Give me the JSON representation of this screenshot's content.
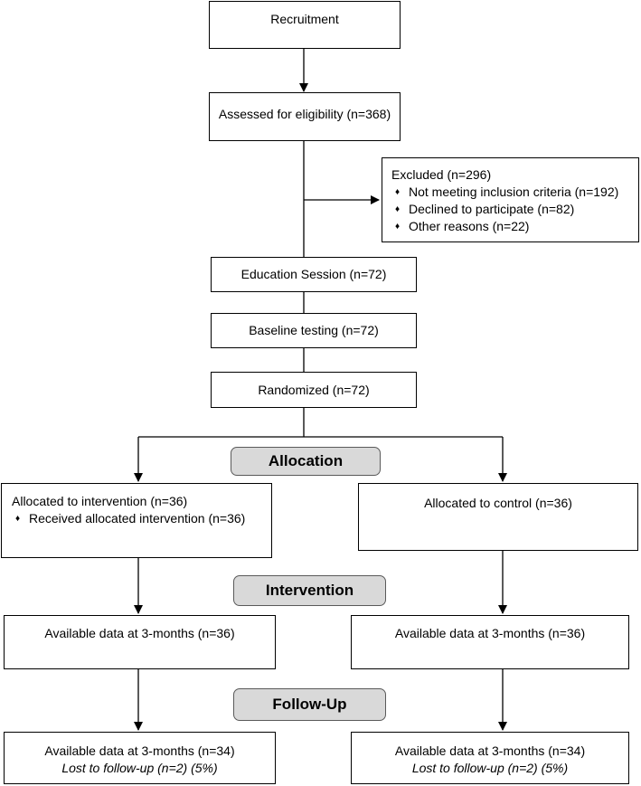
{
  "boxes": {
    "recruitment": "Recruitment",
    "eligibility": "Assessed for eligibility (n=368)",
    "excluded": {
      "title": "Excluded (n=296)",
      "items": [
        "Not meeting inclusion criteria (n=192)",
        "Declined to participate (n=82)",
        "Other reasons (n=22)"
      ]
    },
    "education": "Education Session (n=72)",
    "baseline": "Baseline testing (n=72)",
    "randomized": "Randomized (n=72)",
    "intervention_group": {
      "title": "Allocated to intervention (n=36)",
      "items": [
        "Received allocated intervention (n=36)"
      ]
    },
    "control_group": "Allocated to control (n=36)",
    "left_3m": "Available data at 3-months (n=36)",
    "right_3m": "Available data at 3-months (n=36)",
    "left_followup": {
      "line1": "Available data at 3-months (n=34)",
      "line2": "Lost to follow-up (n=2) (5%)"
    },
    "right_followup": {
      "line1": "Available data at 3-months (n=34)",
      "line2": "Lost to follow-up (n=2) (5%)"
    }
  },
  "stages": {
    "allocation": "Allocation",
    "intervention": "Intervention",
    "followup": "Follow-Up"
  },
  "bullet_glyph": "♦",
  "colors": {
    "stage_fill": "#d9d9d9",
    "stage_border": "#5a5a5a",
    "line": "#000000"
  }
}
